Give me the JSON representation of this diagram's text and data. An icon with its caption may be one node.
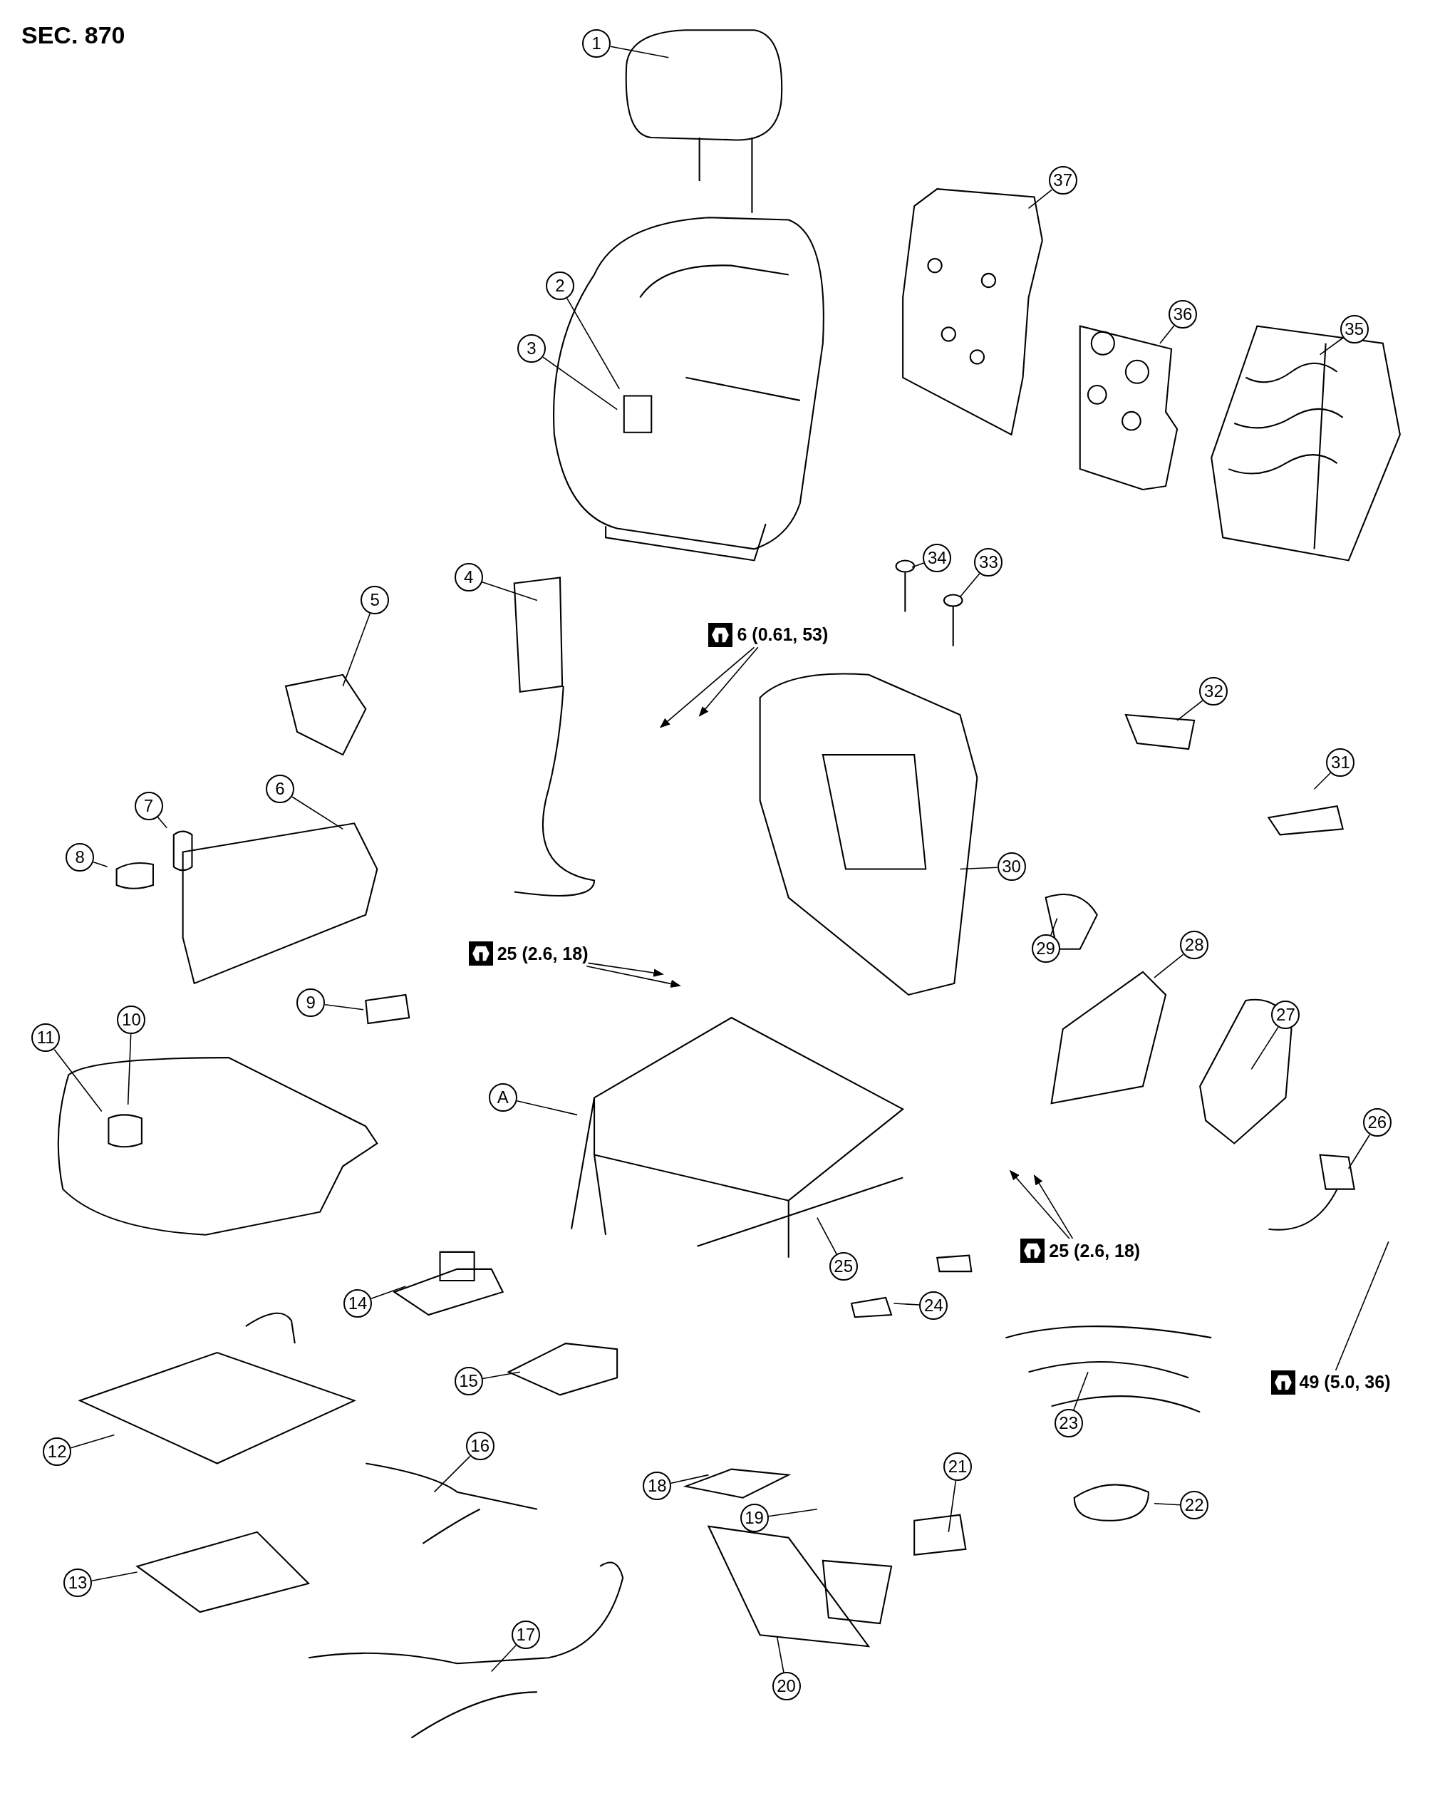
{
  "diagram": {
    "title": "SEC. 870",
    "nodes": [
      {
        "text": [
          "1"
        ]
      },
      {
        "text": [
          "2"
        ]
      },
      {
        "text": [
          "3"
        ]
      },
      {
        "text": [
          "4"
        ]
      },
      {
        "text": [
          "5"
        ]
      },
      {
        "text": [
          "6"
        ]
      },
      {
        "text": [
          "7"
        ]
      },
      {
        "text": [
          "8"
        ]
      },
      {
        "text": [
          "9"
        ]
      },
      {
        "text": [
          "10"
        ]
      },
      {
        "text": [
          "11"
        ]
      },
      {
        "text": [
          "12"
        ]
      },
      {
        "text": [
          "13"
        ]
      },
      {
        "text": [
          "14"
        ]
      },
      {
        "text": [
          "15"
        ]
      },
      {
        "text": [
          "16"
        ]
      },
      {
        "text": [
          "17"
        ]
      },
      {
        "text": [
          "18"
        ]
      },
      {
        "text": [
          "19"
        ]
      },
      {
        "text": [
          "20"
        ]
      },
      {
        "text": [
          "21"
        ]
      },
      {
        "text": [
          "22"
        ]
      },
      {
        "text": [
          "23"
        ]
      },
      {
        "text": [
          "24"
        ]
      },
      {
        "text": [
          "25"
        ]
      },
      {
        "text": [
          "26"
        ]
      },
      {
        "text": [
          "27"
        ]
      },
      {
        "text": [
          "28"
        ]
      },
      {
        "text": [
          "29"
        ]
      },
      {
        "text": [
          "30"
        ]
      },
      {
        "text": [
          "31"
        ]
      },
      {
        "text": [
          "32"
        ]
      },
      {
        "text": [
          "33"
        ]
      },
      {
        "text": [
          "34"
        ]
      },
      {
        "text": [
          "35"
        ]
      },
      {
        "text": [
          "36"
        ]
      },
      {
        "text": [
          "37"
        ]
      },
      {
        "text": [
          "A"
        ]
      },
      {
        "text": [
          "6 (0.61, 53)"
        ]
      },
      {
        "text": [
          "25 (2.6, 18)"
        ]
      },
      {
        "text": [
          "25 (2.6, 18)"
        ]
      },
      {
        "text": [
          "49 (5.0, 36)"
        ]
      }
    ],
    "edges": [
      {
        "from": 0,
        "to": null,
        "arrow": "none"
      },
      {
        "from": 1,
        "to": null,
        "arrow": "none"
      },
      {
        "from": 2,
        "to": null,
        "arrow": "none"
      },
      {
        "from": 3,
        "to": null,
        "arrow": "none"
      },
      {
        "from": 4,
        "to": null,
        "arrow": "none"
      },
      {
        "from": 5,
        "to": null,
        "arrow": "none"
      },
      {
        "from": 6,
        "to": null,
        "arrow": "none"
      },
      {
        "from": 7,
        "to": null,
        "arrow": "none"
      },
      {
        "from": 8,
        "to": null,
        "arrow": "none"
      },
      {
        "from": 9,
        "to": null,
        "arrow": "none"
      },
      {
        "from": 10,
        "to": null,
        "arrow": "none"
      },
      {
        "from": 11,
        "to": null,
        "arrow": "none"
      },
      {
        "from": 12,
        "to": null,
        "arrow": "none"
      },
      {
        "from": 13,
        "to": null,
        "arrow": "none"
      },
      {
        "from": 14,
        "to": null,
        "arrow": "none"
      },
      {
        "from": 15,
        "to": null,
        "arrow": "none"
      },
      {
        "from": 16,
        "to": null,
        "arrow": "none"
      },
      {
        "from": 17,
        "to": null,
        "arrow": "none"
      },
      {
        "from": 18,
        "to": null,
        "arrow": "none"
      },
      {
        "from": 19,
        "to": null,
        "arrow": "none"
      },
      {
        "from": 20,
        "to": null,
        "arrow": "none"
      },
      {
        "from": 21,
        "to": null,
        "arrow": "none"
      },
      {
        "from": 22,
        "to": null,
        "arrow": "none"
      },
      {
        "from": 23,
        "to": null,
        "arrow": "none"
      },
      {
        "from": 24,
        "to": null,
        "arrow": "none"
      },
      {
        "from": 25,
        "to": null,
        "arrow": "none"
      },
      {
        "from": 26,
        "to": null,
        "arrow": "none"
      },
      {
        "from": 27,
        "to": null,
        "arrow": "none"
      },
      {
        "from": 28,
        "to": null,
        "arrow": "none"
      },
      {
        "from": 29,
        "to": null,
        "arrow": "none"
      },
      {
        "from": 30,
        "to": null,
        "arrow": "none"
      },
      {
        "from": 31,
        "to": null,
        "arrow": "none"
      },
      {
        "from": 32,
        "to": null,
        "arrow": "none"
      },
      {
        "from": 33,
        "to": null,
        "arrow": "none"
      },
      {
        "from": 34,
        "to": null,
        "arrow": "none"
      },
      {
        "from": 35,
        "to": null,
        "arrow": "none"
      },
      {
        "from": 36,
        "to": null,
        "arrow": "none"
      },
      {
        "from": 37,
        "to": null,
        "arrow": "none"
      },
      {
        "from": 38,
        "to": null,
        "arrow": "to"
      },
      {
        "from": 38,
        "to": null,
        "arrow": "to"
      },
      {
        "from": 39,
        "to": null,
        "arrow": "to"
      },
      {
        "from": 39,
        "to": null,
        "arrow": "to"
      },
      {
        "from": 40,
        "to": null,
        "arrow": "to"
      },
      {
        "from": 40,
        "to": null,
        "arrow": "to"
      },
      {
        "from": 41,
        "to": null,
        "arrow": "none"
      }
    ]
  }
}
